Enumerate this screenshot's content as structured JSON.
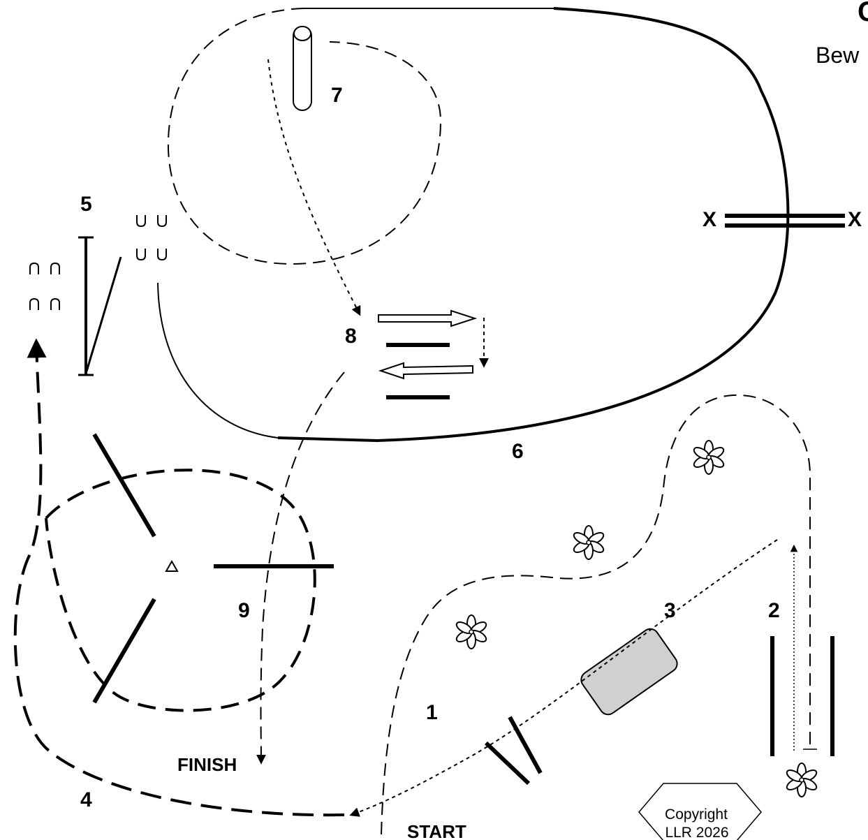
{
  "header": {
    "title_fragment": "C",
    "subtitle_fragment": "Bew"
  },
  "obstacles": [
    {
      "number": "1",
      "kind": "flower-slalom"
    },
    {
      "number": "2",
      "kind": "back-through-rails"
    },
    {
      "number": "3",
      "kind": "bridge-and-poles"
    },
    {
      "number": "4",
      "kind": "lead-line"
    },
    {
      "number": "5",
      "kind": "gate"
    },
    {
      "number": "6",
      "kind": "long-trail"
    },
    {
      "number": "7",
      "kind": "barrel-circle"
    },
    {
      "number": "8",
      "kind": "sidepass-rails"
    },
    {
      "number": "9",
      "kind": "figure-eight"
    }
  ],
  "labels": {
    "start": "START",
    "finish": "FINISH",
    "x_left": "X",
    "x_right": "X"
  },
  "copyright": {
    "line1": "Copyright",
    "line2": "LLR 2026"
  },
  "icons": [
    "flower-icon",
    "horseshoe-icon",
    "cone-icon",
    "barrel-icon",
    "bridge-icon",
    "arrow-icon"
  ]
}
